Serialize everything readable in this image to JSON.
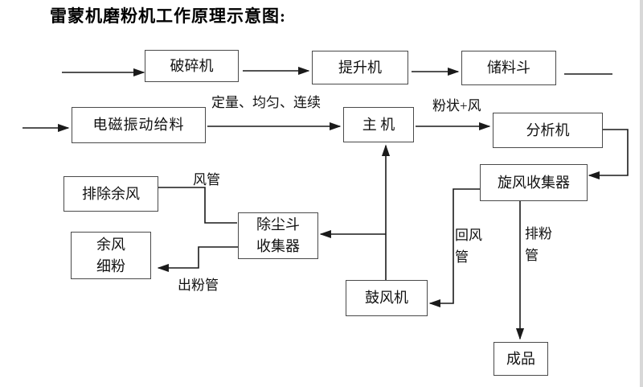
{
  "title": "雷蒙机磨粉机工作原理示意图:",
  "nodes": {
    "crusher": "破碎机",
    "elevator": "提升机",
    "hopper": "储料斗",
    "feeder": "电磁振动给料",
    "main_machine": "主 机",
    "analyzer": "分析机",
    "cyclone_collector": "旋风收集器",
    "exhaust_air": "排除余风",
    "residual_fine_powder": "余风\n细粉",
    "dust_collector": "除尘斗\n收集器",
    "blower": "鼓风机",
    "finished_product": "成品"
  },
  "edge_labels": {
    "feed_quality": "定量、均匀、连续",
    "powder_plus_air": "粉状+风",
    "air_duct": "风管",
    "powder_outlet_duct": "出粉管",
    "return_air_duct": "回风管",
    "powder_discharge_duct": "排粉管"
  },
  "colors": {
    "line": "#1a1a1a",
    "text": "#000000",
    "background": "#ffffff"
  }
}
